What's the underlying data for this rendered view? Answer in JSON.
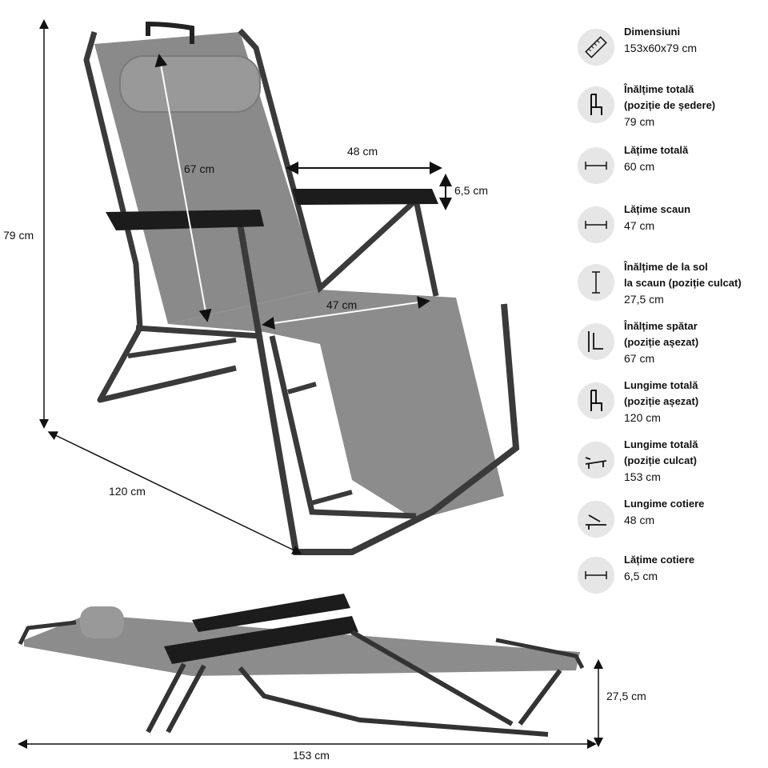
{
  "dimensions": {
    "height_total": "79 cm",
    "length_diag": "120 cm",
    "backrest": "67 cm",
    "armrest_length": "48 cm",
    "armrest_width": "6,5 cm",
    "seat_width": "47 cm",
    "lounge_height": "27,5 cm",
    "lounge_length": "153 cm"
  },
  "specs": [
    {
      "icon": "ruler-icon",
      "title": "Dimensiuni",
      "value": "153x60x79 cm"
    },
    {
      "icon": "chair-height-icon",
      "title": "Înălțime totală\n(poziție de ședere)",
      "value": "79 cm"
    },
    {
      "icon": "width-icon",
      "title": "Lățime totală",
      "value": "60 cm"
    },
    {
      "icon": "seat-width-icon",
      "title": "Lățime scaun",
      "value": "47 cm"
    },
    {
      "icon": "seat-height-icon",
      "title": "Înălțime de la sol\nla scaun (poziție culcat)",
      "value": "27,5 cm"
    },
    {
      "icon": "backrest-icon",
      "title": "Înălțime spătar\n(poziție așezat)",
      "value": "67 cm"
    },
    {
      "icon": "chair-length-icon",
      "title": "Lungime totală\n(poziție așezat)",
      "value": "120 cm"
    },
    {
      "icon": "lounge-length-icon",
      "title": "Lungime totală\n(poziție culcat)",
      "value": "153 cm"
    },
    {
      "icon": "armrest-length-icon",
      "title": "Lungime cotiere",
      "value": "48 cm"
    },
    {
      "icon": "armrest-width-icon",
      "title": "Lățime cotiere",
      "value": "6,5 cm"
    }
  ],
  "colors": {
    "fabric": "#8a8a8a",
    "frame": "#333333",
    "armrest": "#1c1c1c",
    "icon_bg": "#e6e6e6"
  }
}
